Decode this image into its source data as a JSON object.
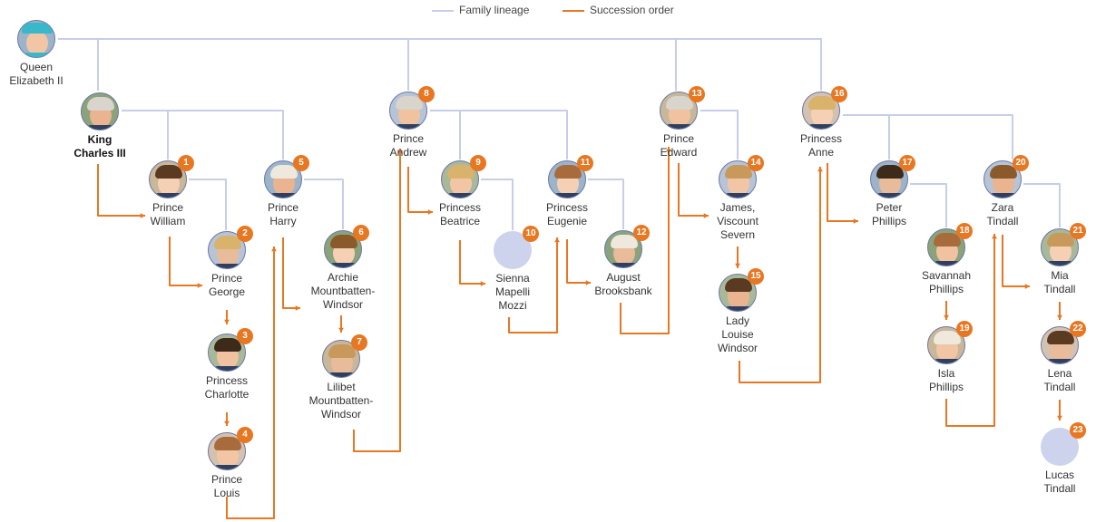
{
  "legend": {
    "lineage_label": "Family lineage",
    "succession_label": "Succession order",
    "lineage_color": "#c8cde8",
    "succession_color": "#e87722"
  },
  "colors": {
    "badge": "#e87722",
    "ring": "#6c77a8",
    "placeholder": "#cdd3ec"
  },
  "people": [
    {
      "id": "elizabeth",
      "label": [
        "Queen",
        "Elizabeth II"
      ],
      "order": null,
      "icon": "queen-portrait",
      "bold": false
    },
    {
      "id": "charles",
      "label": [
        "King",
        "Charles III"
      ],
      "order": null,
      "icon": "king-portrait",
      "bold": true
    },
    {
      "id": "william",
      "label": [
        "Prince",
        "William"
      ],
      "order": 1,
      "icon": "portrait"
    },
    {
      "id": "george",
      "label": [
        "Prince",
        "George"
      ],
      "order": 2,
      "icon": "portrait"
    },
    {
      "id": "charlotte",
      "label": [
        "Princess",
        "Charlotte"
      ],
      "order": 3,
      "icon": "portrait"
    },
    {
      "id": "louis",
      "label": [
        "Prince",
        "Louis"
      ],
      "order": 4,
      "icon": "portrait"
    },
    {
      "id": "harry",
      "label": [
        "Prince",
        "Harry"
      ],
      "order": 5,
      "icon": "portrait"
    },
    {
      "id": "archie",
      "label": [
        "Archie",
        "Mountbatten-",
        "Windsor"
      ],
      "order": 6,
      "icon": "portrait"
    },
    {
      "id": "lilibet",
      "label": [
        "Lilibet",
        "Mountbatten-",
        "Windsor"
      ],
      "order": 7,
      "icon": "portrait"
    },
    {
      "id": "andrew",
      "label": [
        "Prince",
        "Andrew"
      ],
      "order": 8,
      "icon": "portrait"
    },
    {
      "id": "beatrice",
      "label": [
        "Princess",
        "Beatrice"
      ],
      "order": 9,
      "icon": "portrait"
    },
    {
      "id": "sienna",
      "label": [
        "Sienna",
        "Mapelli",
        "Mozzi"
      ],
      "order": 10,
      "icon": "placeholder"
    },
    {
      "id": "eugenie",
      "label": [
        "Princess",
        "Eugenie"
      ],
      "order": 11,
      "icon": "portrait"
    },
    {
      "id": "august",
      "label": [
        "August",
        "Brooksbank"
      ],
      "order": 12,
      "icon": "portrait"
    },
    {
      "id": "edward",
      "label": [
        "Prince",
        "Edward"
      ],
      "order": 13,
      "icon": "portrait"
    },
    {
      "id": "james",
      "label": [
        "James,",
        "Viscount",
        "Severn"
      ],
      "order": 14,
      "icon": "portrait"
    },
    {
      "id": "louise",
      "label": [
        "Lady",
        "Louise",
        "Windsor"
      ],
      "order": 15,
      "icon": "portrait"
    },
    {
      "id": "anne",
      "label": [
        "Princess",
        "Anne"
      ],
      "order": 16,
      "icon": "portrait"
    },
    {
      "id": "peter",
      "label": [
        "Peter",
        "Phillips"
      ],
      "order": 17,
      "icon": "portrait"
    },
    {
      "id": "savannah",
      "label": [
        "Savannah",
        "Phillips"
      ],
      "order": 18,
      "icon": "portrait"
    },
    {
      "id": "isla",
      "label": [
        "Isla",
        "Phillips"
      ],
      "order": 19,
      "icon": "portrait"
    },
    {
      "id": "zara",
      "label": [
        "Zara",
        "Tindall"
      ],
      "order": 20,
      "icon": "portrait"
    },
    {
      "id": "mia",
      "label": [
        "Mia",
        "Tindall"
      ],
      "order": 21,
      "icon": "portrait"
    },
    {
      "id": "lena",
      "label": [
        "Lena",
        "Tindall"
      ],
      "order": 22,
      "icon": "portrait"
    },
    {
      "id": "lucas",
      "label": [
        "Lucas",
        "Tindall"
      ],
      "order": 23,
      "icon": "placeholder"
    }
  ]
}
